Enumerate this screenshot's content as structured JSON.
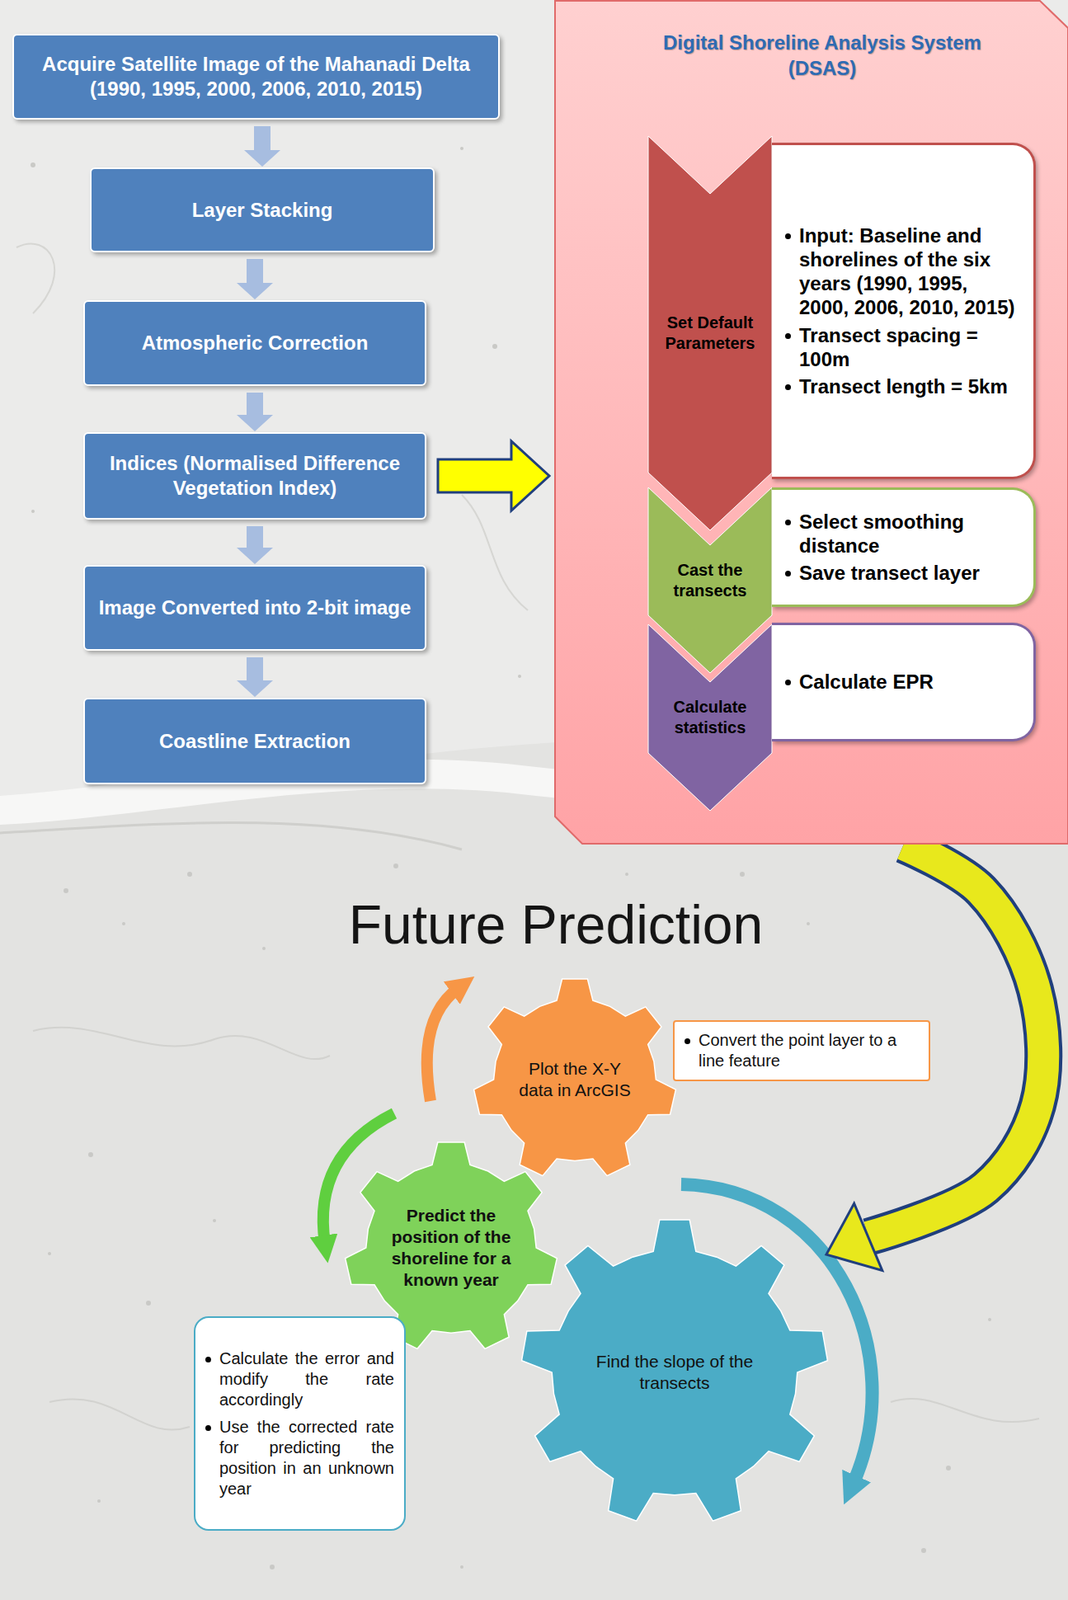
{
  "diagram": {
    "nodes": [
      {
        "text": [
          "Acquire Satellite Image of the Mahanadi Delta (1990, 1995, 2000, 2006, 2010, 2015)"
        ]
      },
      {
        "text": [
          "Layer Stacking"
        ]
      },
      {
        "text": [
          "Atmospheric Correction"
        ]
      },
      {
        "text": [
          "Indices (Normalised Difference Vegetation Index)"
        ]
      },
      {
        "text": [
          "Image Converted into 2-bit image"
        ]
      },
      {
        "text": [
          "Coastline Extraction"
        ]
      },
      {
        "text": [
          "Digital Shoreline Analysis System (DSAS)"
        ]
      },
      {
        "text": [
          "Set Default Parameters"
        ],
        "in": 6
      },
      {
        "text": [
          "Input: Baseline and shorelines of the six years (1990, 1995, 2000, 2006, 2010, 2015)",
          "Transect spacing = 100m",
          "Transect length = 5km"
        ],
        "in": 6
      },
      {
        "text": [
          "Cast the transects"
        ],
        "in": 6
      },
      {
        "text": [
          "Select smoothing distance",
          "Save transect layer"
        ],
        "in": 6
      },
      {
        "text": [
          "Calculate statistics"
        ],
        "in": 6
      },
      {
        "text": [
          "Calculate EPR"
        ],
        "in": 6
      },
      {
        "text": [
          "Plot the X-Y data in ArcGIS"
        ]
      },
      {
        "text": [
          "Convert the point layer to a line feature"
        ]
      },
      {
        "text": [
          "Predict the position of the shoreline for a known year"
        ]
      },
      {
        "text": [
          "Calculate the error and modify the rate accordingly",
          "Use the corrected rate for predicting the position in an unknown year"
        ]
      },
      {
        "text": [
          "Find the slope of the transects"
        ]
      }
    ],
    "edges": [
      {
        "from": 0,
        "to": 1,
        "arrow": "to"
      },
      {
        "from": 1,
        "to": 2,
        "arrow": "to"
      },
      {
        "from": 2,
        "to": 3,
        "arrow": "to"
      },
      {
        "from": 3,
        "to": 4,
        "arrow": "to"
      },
      {
        "from": 4,
        "to": 5,
        "arrow": "to"
      },
      {
        "from": 3,
        "to": 6,
        "arrow": "to"
      },
      {
        "from": 6,
        "to": 17,
        "arrow": "to"
      }
    ],
    "labels": [
      "Future Prediction"
    ]
  }
}
